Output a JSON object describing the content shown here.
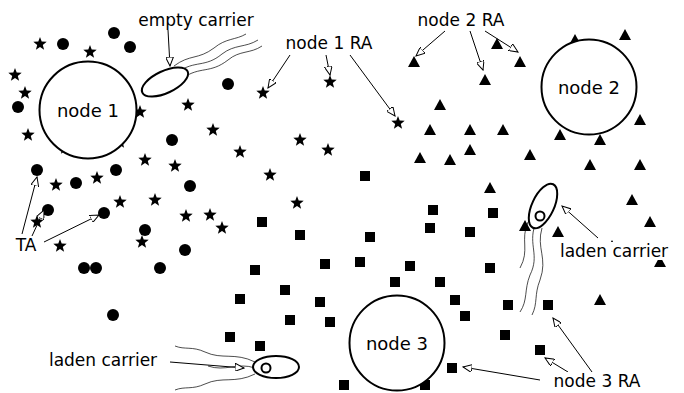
{
  "diagram": {
    "nodes": [
      {
        "text": [
          "node 1"
        ]
      },
      {
        "text": [
          "node 2"
        ]
      },
      {
        "text": [
          "node 3"
        ]
      }
    ],
    "labels": [
      "empty carrier",
      "node 1 RA",
      "node 2 RA",
      "TA",
      "laden carrier",
      "laden carrier",
      "node 3 RA"
    ]
  }
}
